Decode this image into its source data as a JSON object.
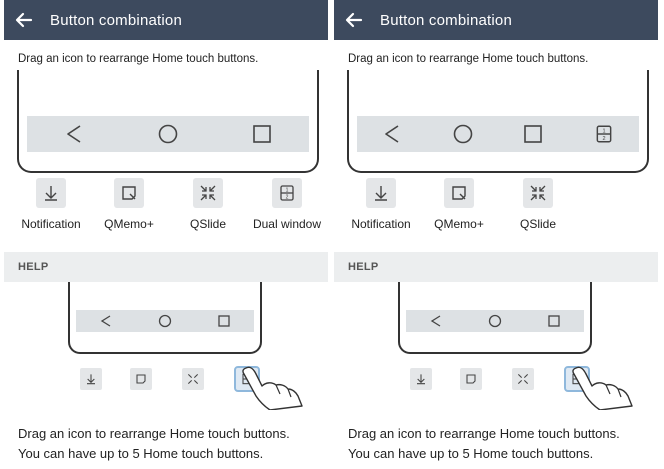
{
  "panels": [
    {
      "app_bar": {
        "title": "Button combination",
        "back_icon": "arrow-left-icon"
      },
      "instruction": "Drag an icon to rearrange Home touch buttons.",
      "nav_buttons": [
        "back-triangle-icon",
        "home-circle-icon",
        "recent-square-icon"
      ],
      "tray": [
        {
          "label": "Notification",
          "icon": "notification-icon"
        },
        {
          "label": "QMemo+",
          "icon": "qmemo-icon"
        },
        {
          "label": "QSlide",
          "icon": "qslide-icon"
        },
        {
          "label": "Dual window",
          "icon": "dual-window-icon"
        }
      ],
      "help": {
        "header": "HELP",
        "line1": "Drag an icon to rearrange Home touch buttons.",
        "line2": "You can have up to 5 Home touch buttons."
      }
    },
    {
      "app_bar": {
        "title": "Button combination",
        "back_icon": "arrow-left-icon"
      },
      "instruction": "Drag an icon to rearrange Home touch buttons.",
      "nav_buttons": [
        "back-triangle-icon",
        "home-circle-icon",
        "recent-square-icon",
        "dual-window-icon"
      ],
      "tray": [
        {
          "label": "Notification",
          "icon": "notification-icon"
        },
        {
          "label": "QMemo+",
          "icon": "qmemo-icon"
        },
        {
          "label": "QSlide",
          "icon": "qslide-icon"
        }
      ],
      "help": {
        "header": "HELP",
        "line1": "Drag an icon to rearrange Home touch buttons.",
        "line2": "You can have up to 5 Home touch buttons."
      }
    }
  ],
  "colors": {
    "app_bar": "#3d4a5e",
    "nav_bar": "#dde1e4",
    "help_bar": "#eceeef",
    "highlight": "#8fb8dc"
  }
}
